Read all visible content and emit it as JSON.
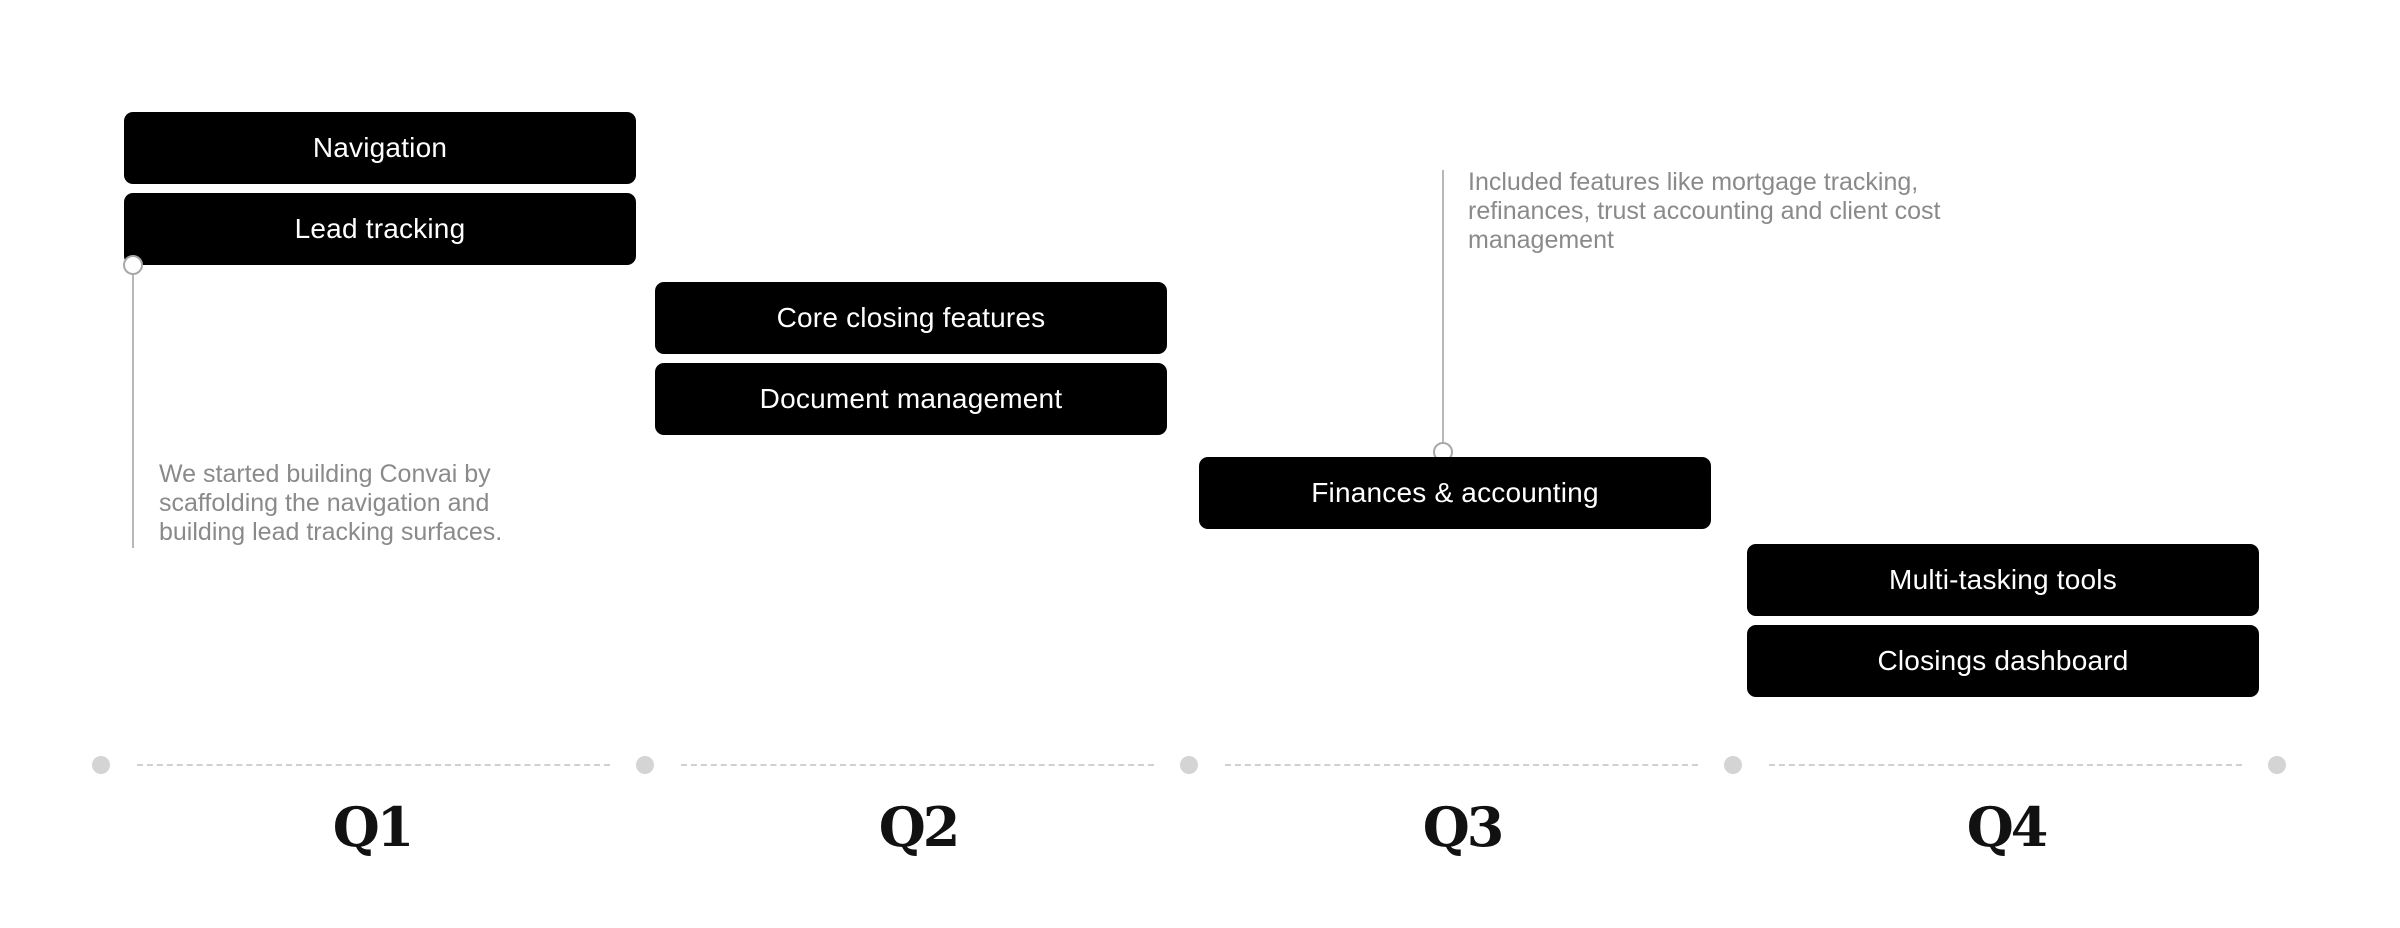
{
  "quarters": [
    "Q1",
    "Q2",
    "Q3",
    "Q4"
  ],
  "features": {
    "q1": [
      "Navigation",
      "Lead tracking"
    ],
    "q2": [
      "Core closing features",
      "Document management"
    ],
    "q3": [
      "Finances & accounting"
    ],
    "q4": [
      "Multi-tasking tools",
      "Closings dashboard"
    ]
  },
  "notes": {
    "q1": "We started building Convai by scaffolding the navigation and building lead tracking surfaces.",
    "q3": "Included features like mortgage tracking, refinances, trust accounting and client cost management"
  }
}
